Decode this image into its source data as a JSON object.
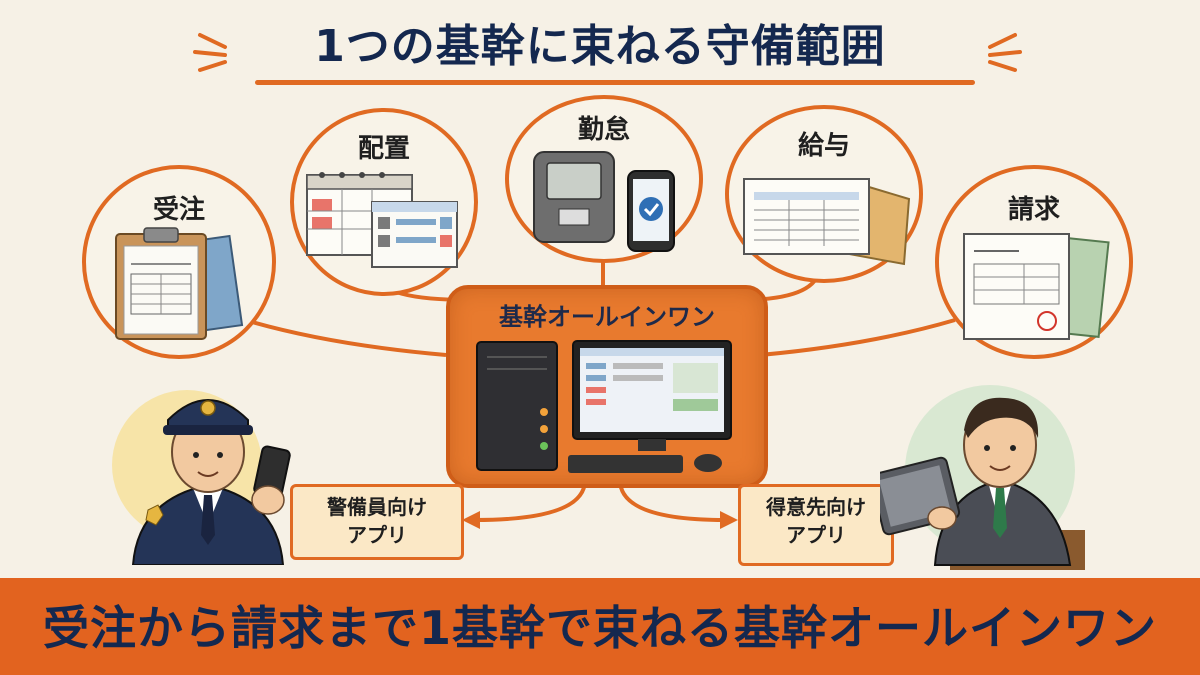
{
  "title": "1つの基幹に束ねる守備範囲",
  "modules": [
    {
      "label": "受注"
    },
    {
      "label": "配置"
    },
    {
      "label": "勤怠"
    },
    {
      "label": "給与"
    },
    {
      "label": "請求"
    }
  ],
  "core": {
    "label": "基幹オールインワン"
  },
  "apps": {
    "guard": {
      "line1": "警備員向け",
      "line2": "アプリ"
    },
    "client": {
      "line1": "得意先向け",
      "line2": "アプリ"
    }
  },
  "banner": "受注から請求まで1基幹で束ねる基幹オールインワン",
  "colors": {
    "accent": "#e06a22",
    "navy": "#14284f",
    "background": "#f6f1e6"
  }
}
